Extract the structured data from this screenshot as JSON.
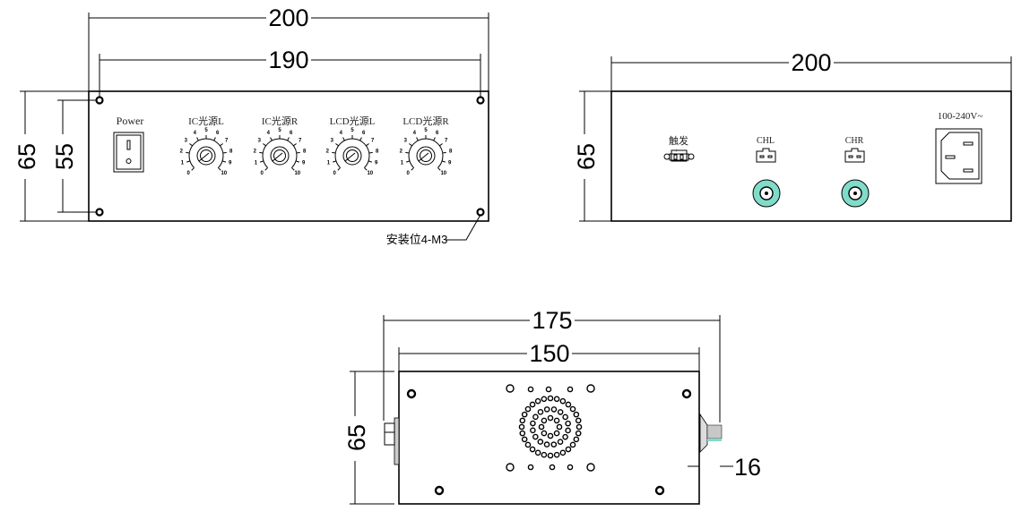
{
  "front_view": {
    "width_overall": "200",
    "width_holes": "190",
    "height_overall": "65",
    "height_holes": "55",
    "power_label": "Power",
    "knobs": [
      {
        "label": "IC光源L"
      },
      {
        "label": "IC光源R"
      },
      {
        "label": "LCD光源L"
      },
      {
        "label": "LCD光源R"
      }
    ],
    "knob_scale": [
      "0",
      "1",
      "2",
      "3",
      "4",
      "5",
      "6",
      "7",
      "8",
      "9",
      "10"
    ],
    "mount_note": "安装位4-M3"
  },
  "rear_view": {
    "width_overall": "200",
    "height_overall": "65",
    "trigger_label": "触发",
    "trigger_polarity": "+ −",
    "chl_label": "CHL",
    "chr_label": "CHR",
    "power_input_label": "100-240V~",
    "bnc_color": "#7fdcc8"
  },
  "bottom_view": {
    "length_overall": "175",
    "length_body": "150",
    "height": "65",
    "protrusion": "16"
  }
}
